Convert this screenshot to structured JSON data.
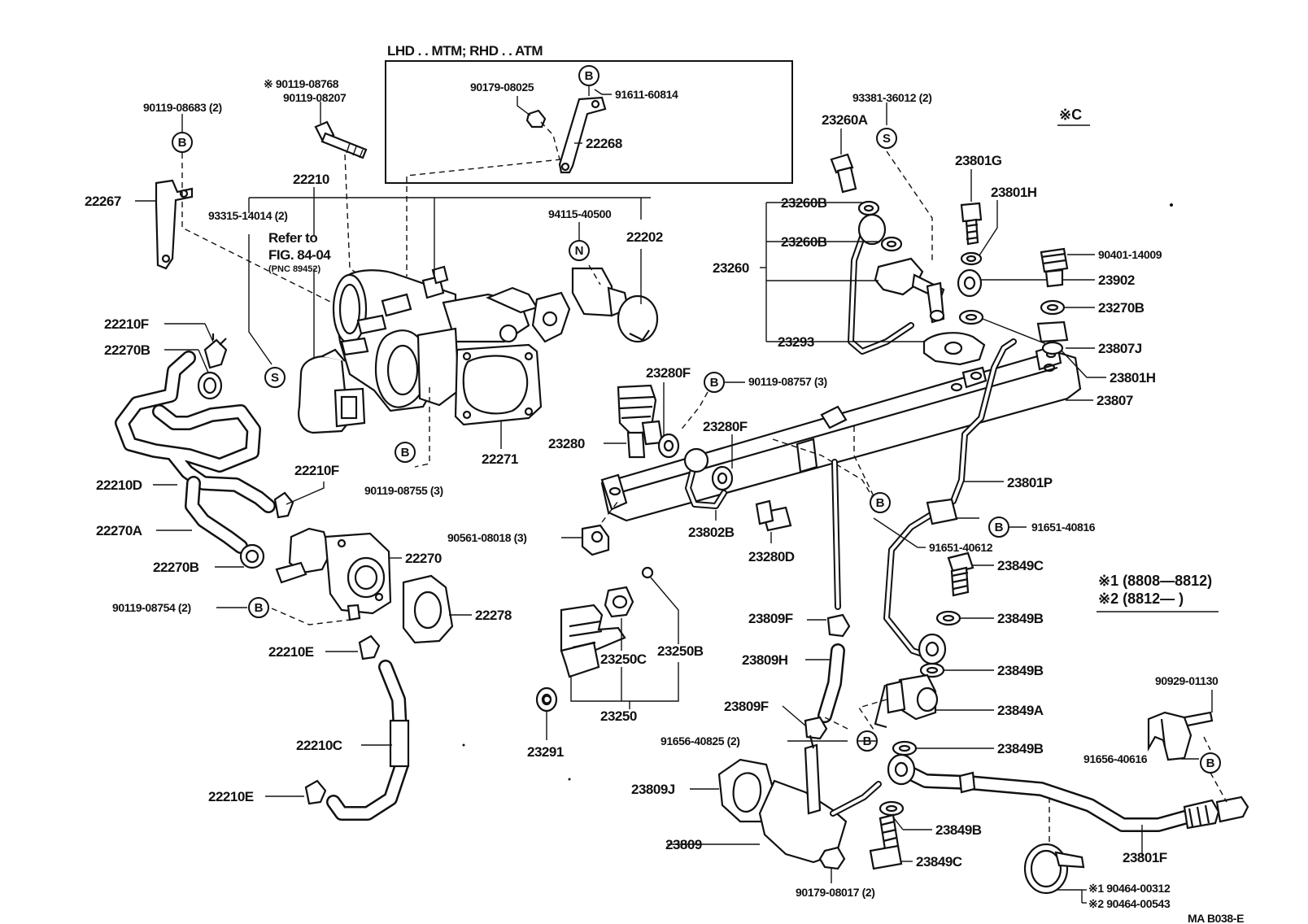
{
  "header": {
    "box_title": "LHD . . MTM; RHD . . ATM",
    "corner_note": "※C",
    "footer_code": "MA  B038-E"
  },
  "refer": {
    "line1": "Refer to",
    "line2": "FIG. 84-04",
    "line3": "(PNC 89452)"
  },
  "legend": {
    "line1": "※1 (8808—8812)",
    "line2": "※2 (8812—        )"
  },
  "symbols": {
    "b": "B",
    "s": "S",
    "n": "N",
    "c": "C"
  },
  "labels": {
    "p90119_08768": "※ 90119-08768",
    "p90119_08207": "90119-08207",
    "p90119_08683": "90119-08683 (2)",
    "p22267": "22267",
    "p22210": "22210",
    "p93315_14014": "93315-14014 (2)",
    "p90179_08025": "90179-08025",
    "p91611_60814": "91611-60814",
    "p22268": "22268",
    "p94115_40500": "94115-40500",
    "p22202": "22202",
    "p93381_36012": "93381-36012 (2)",
    "p23260A": "23260A",
    "p23260B_1": "23260B",
    "p23260B_2": "23260B",
    "p23260": "23260",
    "p23293": "23293",
    "p23801G": "23801G",
    "p23801H_1": "23801H",
    "p90401_14009": "90401-14009",
    "p23902": "23902",
    "p23270B": "23270B",
    "p23807J": "23807J",
    "p23801H_2": "23801H",
    "p23807": "23807",
    "p22210F_1": "22210F",
    "p22270B_1": "22270B",
    "p23280F_1": "23280F",
    "p90119_08757": "90119-08757 (3)",
    "p23280F_2": "23280F",
    "p23280": "23280",
    "p22271": "22271",
    "p90119_08755": "90119-08755 (3)",
    "p22210D": "22210D",
    "p22210F_2": "22210F",
    "p22270A": "22270A",
    "p22270": "22270",
    "p22270B_2": "22270B",
    "p90119_08754": "90119-08754 (2)",
    "p22278": "22278",
    "p22210E_1": "22210E",
    "p22210C": "22210C",
    "p22210E_2": "22210E",
    "p90561_08018": "90561-08018 (3)",
    "p23802B": "23802B",
    "p23280D": "23280D",
    "p23801P": "23801P",
    "p91651_40816": "91651-40816",
    "p91651_40612": "91651-40612",
    "p23849C_1": "23849C",
    "p23849B_1": "23849B",
    "p23849B_2": "23849B",
    "p23849A": "23849A",
    "p23849B_3": "23849B",
    "p23849B_4": "23849B",
    "p23849C_2": "23849C",
    "p23250B": "23250B",
    "p23250C": "23250C",
    "p23250": "23250",
    "p23291": "23291",
    "p23809F_1": "23809F",
    "p23809H": "23809H",
    "p23809F_2": "23809F",
    "p91656_40825": "91656-40825 (2)",
    "p23809J": "23809J",
    "p23809": "23809",
    "p90179_08017": "90179-08017 (2)",
    "p90929_01130": "90929-01130",
    "p91656_40616": "91656-40616",
    "p23801F": "23801F",
    "p90464_00312": "※1  90464-00312",
    "p90464_00543": "※2  90464-00543"
  }
}
